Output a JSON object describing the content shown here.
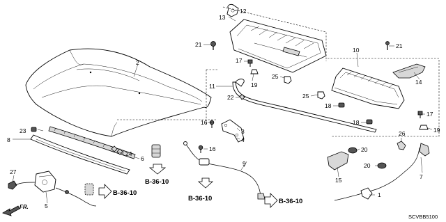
{
  "diagram": {
    "code": "SCVBB5100",
    "direction": "FR."
  },
  "callouts": [
    {
      "id": "c1",
      "text": "1"
    },
    {
      "id": "c2",
      "text": "2"
    },
    {
      "id": "c3",
      "text": "3"
    },
    {
      "id": "c4",
      "text": "4"
    },
    {
      "id": "c5",
      "text": "5"
    },
    {
      "id": "c6",
      "text": "6"
    },
    {
      "id": "c7",
      "text": "7"
    },
    {
      "id": "c8",
      "text": "8"
    },
    {
      "id": "c9",
      "text": "9"
    },
    {
      "id": "c10",
      "text": "10"
    },
    {
      "id": "c11",
      "text": "11"
    },
    {
      "id": "c12",
      "text": "12"
    },
    {
      "id": "c13",
      "text": "13"
    },
    {
      "id": "c14",
      "text": "14"
    },
    {
      "id": "c15",
      "text": "15"
    },
    {
      "id": "c16a",
      "text": "16"
    },
    {
      "id": "c16b",
      "text": "16"
    },
    {
      "id": "c17a",
      "text": "17"
    },
    {
      "id": "c17b",
      "text": "17"
    },
    {
      "id": "c18a",
      "text": "18"
    },
    {
      "id": "c18b",
      "text": "18"
    },
    {
      "id": "c19a",
      "text": "19"
    },
    {
      "id": "c19b",
      "text": "19"
    },
    {
      "id": "c20a",
      "text": "20"
    },
    {
      "id": "c20b",
      "text": "20"
    },
    {
      "id": "c21a",
      "text": "21"
    },
    {
      "id": "c21b",
      "text": "21"
    },
    {
      "id": "c22",
      "text": "22"
    },
    {
      "id": "c23",
      "text": "23"
    },
    {
      "id": "c24",
      "text": "24"
    },
    {
      "id": "c25a",
      "text": "25"
    },
    {
      "id": "c25b",
      "text": "25"
    },
    {
      "id": "c26",
      "text": "26"
    },
    {
      "id": "c27",
      "text": "27"
    }
  ],
  "references": [
    {
      "id": "r1",
      "text": "B-36-10"
    },
    {
      "id": "r2",
      "text": "B-36-10"
    },
    {
      "id": "r3",
      "text": "B-36-10"
    },
    {
      "id": "r4",
      "text": "B-36-10"
    }
  ]
}
